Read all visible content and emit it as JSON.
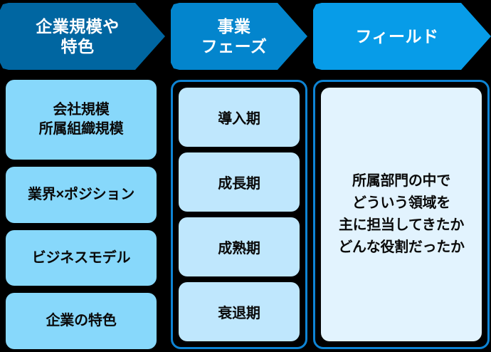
{
  "headers": [
    {
      "label": "企業規模や\n特色",
      "color": "#0066A1",
      "text_color": "#FFFFFF"
    },
    {
      "label": "事業\nフェーズ",
      "color": "#0385CD",
      "text_color": "#FFFFFF"
    },
    {
      "label": "フィールド",
      "color": "#079CE8",
      "text_color": "#FFFFFF"
    }
  ],
  "column1": {
    "fill": "#87D8FB",
    "items": [
      {
        "label": "会社規模\n所属組織規模"
      },
      {
        "label": "業界×ポジション"
      },
      {
        "label": "ビジネスモデル"
      },
      {
        "label": "企業の特色"
      }
    ]
  },
  "column2": {
    "fill": "#BFE7FD",
    "border": "#0E84D4",
    "items": [
      {
        "label": "導入期"
      },
      {
        "label": "成長期"
      },
      {
        "label": "成熟期"
      },
      {
        "label": "衰退期"
      }
    ]
  },
  "column3": {
    "fill": "#E2F3FE",
    "border": "#0E84D4",
    "body": "所属部門の中で\nどういう領域を\n主に担当してきたか\nどんな役割だったか"
  }
}
